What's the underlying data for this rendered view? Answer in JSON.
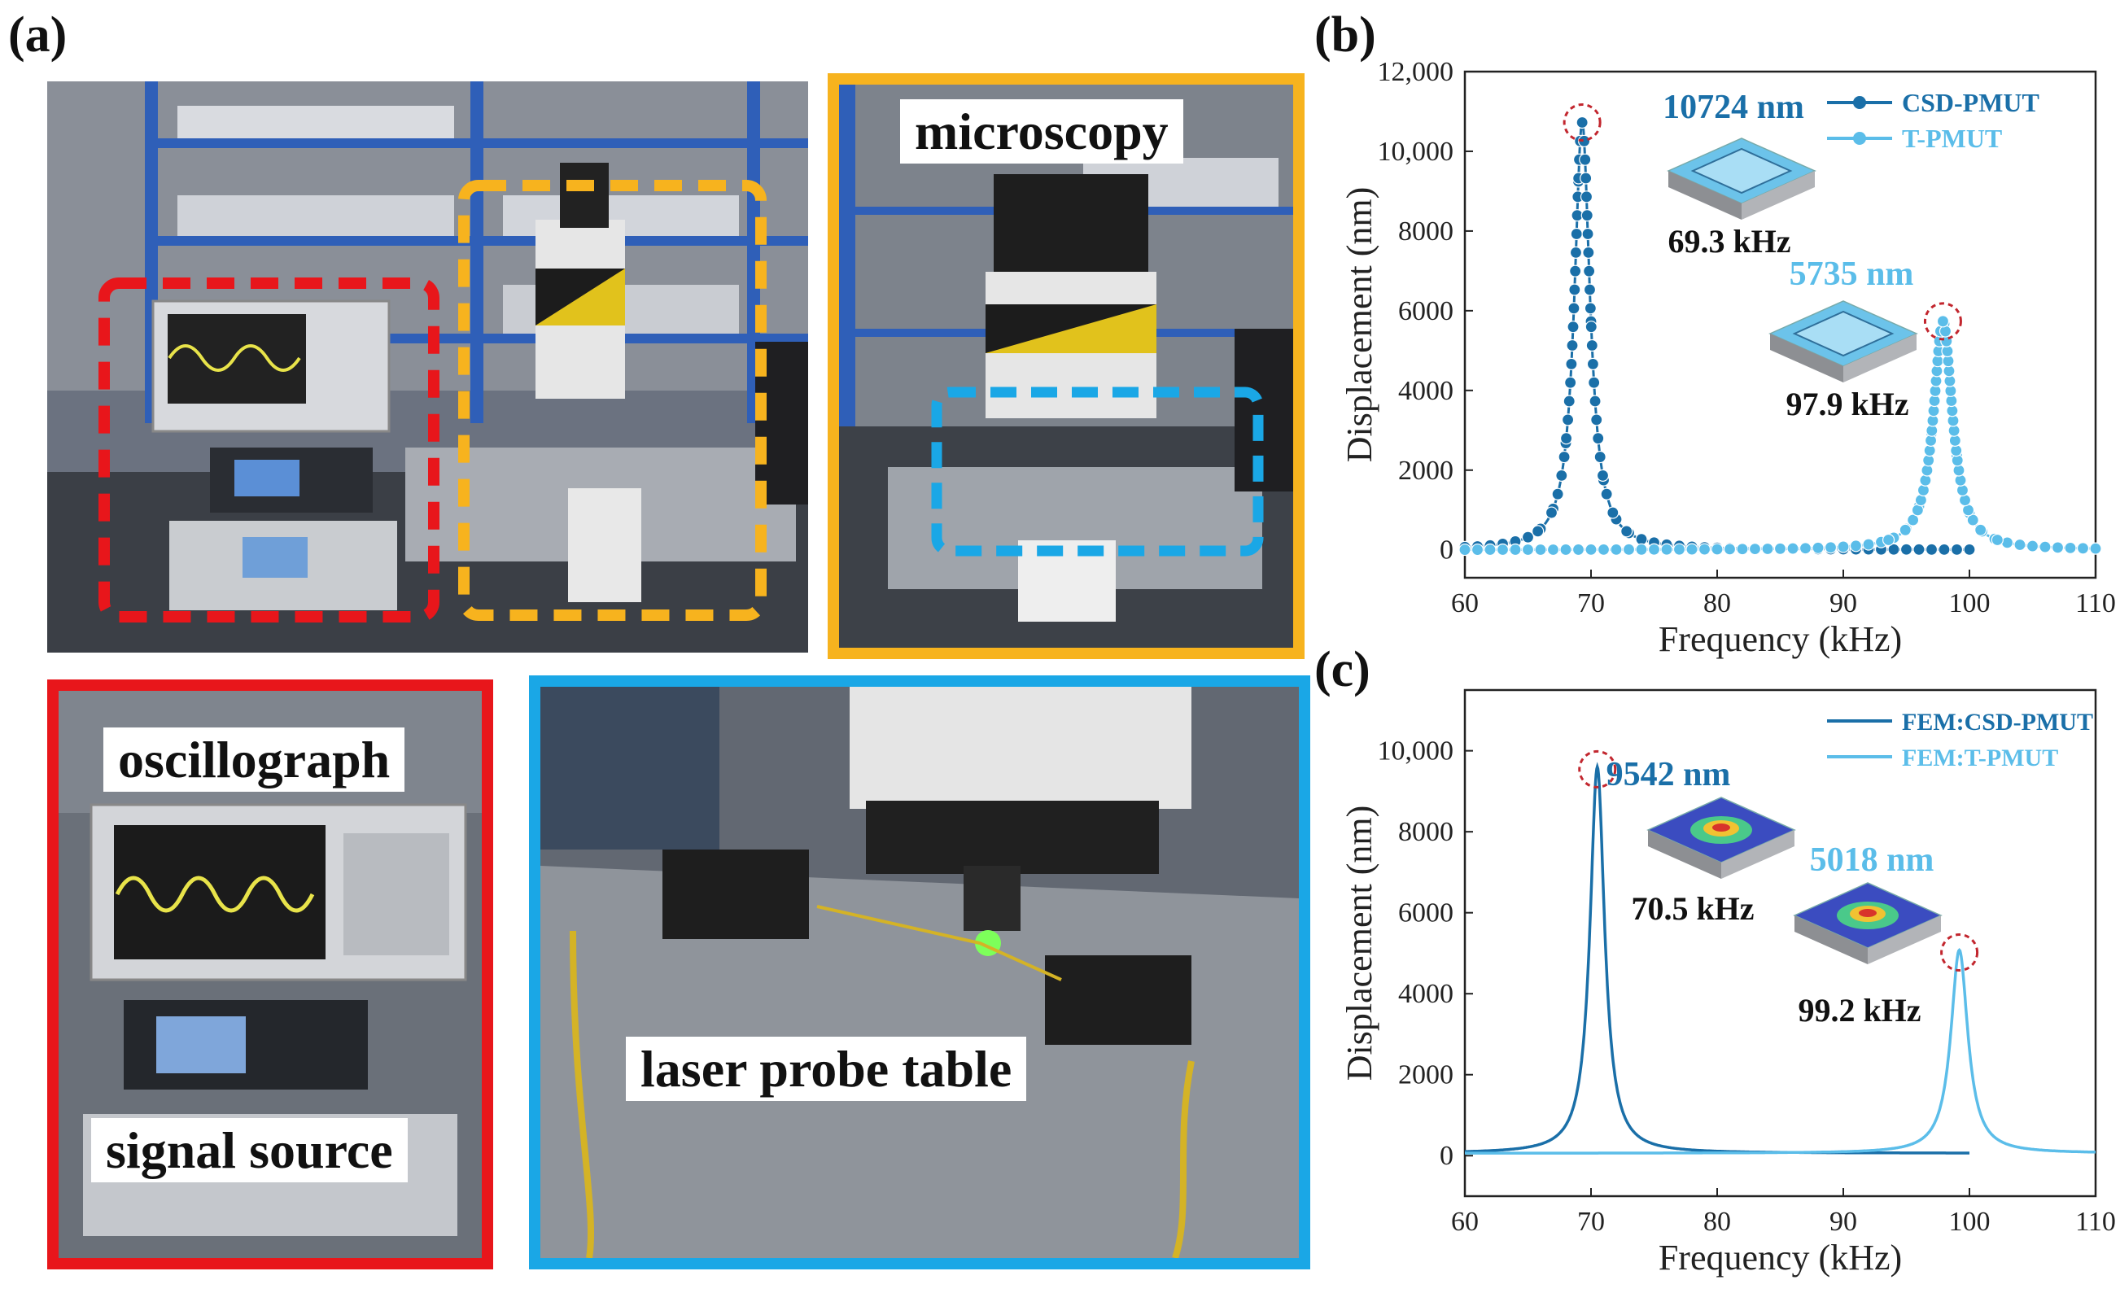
{
  "panels": {
    "a": "(a)",
    "b": "(b)",
    "c": "(c)"
  },
  "photos": {
    "microscopy": "microscopy",
    "oscillograph": "oscillograph",
    "signal_source": "signal source",
    "laser_probe_table": "laser probe table"
  },
  "colors": {
    "red_frame": "#e8161b",
    "orange_frame": "#f7b31e",
    "blue_frame": "#1aa7e6",
    "csd_dark": "#1a6fa8",
    "t_light": "#5bbde9"
  },
  "chart_data": [
    {
      "type": "line",
      "panel": "(b)",
      "xlabel": "Frequency (kHz)",
      "ylabel": "Displacement (nm)",
      "xlim": [
        60,
        110
      ],
      "ylim": [
        -700,
        12000
      ],
      "xticks": [
        60,
        70,
        80,
        90,
        100,
        110
      ],
      "yticks": [
        0,
        2000,
        4000,
        6000,
        8000,
        10000,
        12000
      ],
      "ytick_labels": [
        "0",
        "2000",
        "4000",
        "6000",
        "8000",
        "10,000",
        "12,000"
      ],
      "markers": true,
      "legend": "top-right",
      "series": [
        {
          "name": "CSD-PMUT",
          "color": "#1a6fa8",
          "f0": 69.3,
          "peak": 10724,
          "xrange": [
            60,
            100
          ]
        },
        {
          "name": "T-PMUT",
          "color": "#5bbde9",
          "f0": 97.9,
          "peak": 5735,
          "xrange": [
            60,
            110
          ]
        }
      ],
      "annotations": [
        {
          "peak_label": "10724 nm",
          "freq_label": "69.3 kHz",
          "color": "#1a6fa8"
        },
        {
          "peak_label": "5735 nm",
          "freq_label": "97.9 kHz",
          "color": "#5bbde9"
        }
      ]
    },
    {
      "type": "line",
      "panel": "(c)",
      "xlabel": "Frequency (kHz)",
      "ylabel": "Displacement (nm)",
      "xlim": [
        60,
        110
      ],
      "ylim": [
        -1000,
        11500
      ],
      "xticks": [
        60,
        70,
        80,
        90,
        100,
        110
      ],
      "yticks": [
        0,
        2000,
        4000,
        6000,
        8000,
        10000
      ],
      "ytick_labels": [
        "0",
        "2000",
        "4000",
        "6000",
        "8000",
        "10,000"
      ],
      "markers": false,
      "legend": "top-right",
      "series": [
        {
          "name": "FEM:CSD-PMUT",
          "color": "#1a6fa8",
          "f0": 70.5,
          "peak": 9542,
          "xrange": [
            60,
            100
          ]
        },
        {
          "name": "FEM:T-PMUT",
          "color": "#5bbde9",
          "f0": 99.2,
          "peak": 5018,
          "xrange": [
            60,
            110
          ]
        }
      ],
      "annotations": [
        {
          "peak_label": "9542 nm",
          "freq_label": "70.5 kHz",
          "color": "#1a6fa8"
        },
        {
          "peak_label": "5018 nm",
          "freq_label": "99.2 kHz",
          "color": "#5bbde9"
        }
      ]
    }
  ]
}
